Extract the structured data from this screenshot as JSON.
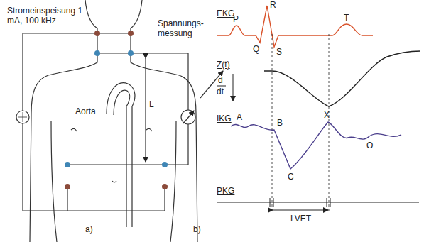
{
  "diagram": {
    "labels": [
      "Stromeinspeisung 1 mA, 100 kHz",
      "Spannungs- messung",
      "L",
      "Aorta",
      "a)",
      "b)",
      "EKG",
      "P",
      "R",
      "Q",
      "S",
      "T",
      "Z(t)",
      "d",
      "dt",
      "IKG",
      "A",
      "B",
      "C",
      "X",
      "O",
      "PKG",
      "LVET"
    ]
  }
}
